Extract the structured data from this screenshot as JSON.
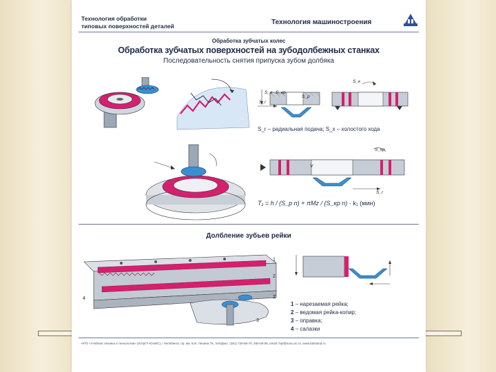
{
  "header": {
    "left_line1": "Технология обработки",
    "left_line2": "типовых поверхностей деталей",
    "right": "Технология машиностроения"
  },
  "subheading": "Обработка зубчатых колес",
  "title": "Обработка зубчатых поверхностей на зубодолбежных станках",
  "sequence": "Последовательность снятия припуска зубом долбяка",
  "caption1": "S_r – радиальная подача; S_x – холостого хода",
  "formula": {
    "lhs": "T₁ =",
    "term1": "h / (S_p n)",
    "plus": "+",
    "term2": "πMz / (S_кр n)",
    "tail": "· k₁ (мин)"
  },
  "section2": "Долбление зубьев рейки",
  "legend": [
    {
      "num": "1",
      "text": "– нарезаемая рейка;"
    },
    {
      "num": "2",
      "text": "– ведомая рейка-копир;"
    },
    {
      "num": "3",
      "text": "– оправка;"
    },
    {
      "num": "4",
      "text": "– салазки"
    }
  ],
  "diagram_vars": {
    "sx": "S_x",
    "skr": "S_кр",
    "sr": "S_r",
    "sp": "S_p",
    "sk": "S_к",
    "v": "V",
    "pos1": "1",
    "pos2": "2",
    "pos3": "3",
    "pos4": "4",
    "z": "Z"
  },
  "footer": "НПО «Учебная техника и технологии» (ЮУрГУ-ЮНИС), г.Челябинск, пр. им. В.И. Ленина 76, тел/факс: (351) 729-85-70, 265-05-08, email: fvpt@susu.ac.ru, www.labstand.ru",
  "colors": {
    "accent": "#d61f6e",
    "blue": "#3a8fd0",
    "steel": "#b9c4d2",
    "ink": "#1f2a44"
  }
}
